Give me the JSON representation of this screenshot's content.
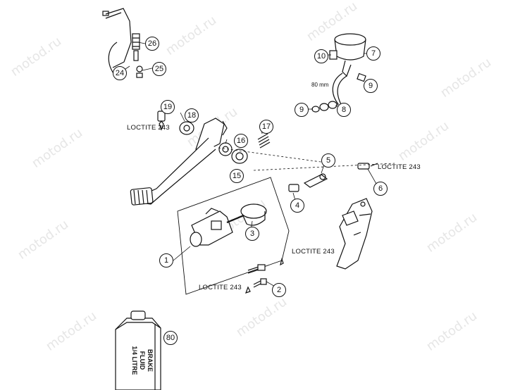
{
  "watermark": "motod.ru",
  "callouts": {
    "c1": "1",
    "c2": "2",
    "c3": "3",
    "c4": "4",
    "c5": "5",
    "c6": "6",
    "c7": "7",
    "c8": "8",
    "c9a": "9",
    "c9b": "9",
    "c10": "10",
    "c15": "15",
    "c16": "16",
    "c17": "17",
    "c18": "18",
    "c19": "19",
    "c24": "24",
    "c25": "25",
    "c26": "26",
    "c80": "80"
  },
  "notes": {
    "loctite_19": "LOCTITE 243",
    "loctite_6": "LOCTITE 243",
    "loctite_mid": "LOCTITE 243",
    "loctite_2": "LOCTITE 243"
  },
  "dimension": "80 mm",
  "bottle_label": [
    "BRAKE",
    "FLUID",
    "1/4 LITRE"
  ],
  "colors": {
    "line": "#111111",
    "fill": "#ffffff",
    "shade": "#7a7a7a",
    "watermark": "#e6e6e6"
  }
}
